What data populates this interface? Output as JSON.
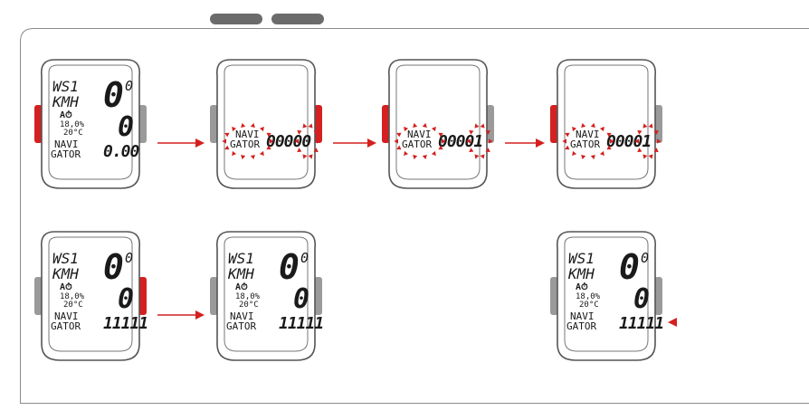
{
  "colors": {
    "accent": "#d42020",
    "bezel": "#555555",
    "lcd_text": "#1a1a1a",
    "side_button": "#9a9a9a"
  },
  "displays": [
    {
      "name": "step-1",
      "line1": "WS1",
      "line2": "KMH",
      "big": "0",
      "sup": "0",
      "mid": "0",
      "icons": "A⏱",
      "pct": "18,0%",
      "temp": "20°C",
      "nav1": "NAVI",
      "nav2": "GATOR",
      "value": "0.00",
      "active_button": "left",
      "blink_label": false,
      "blink_digit": false,
      "small_layout": true
    },
    {
      "name": "step-2",
      "nav1": "NAVI",
      "nav2": "GATOR",
      "value": "00000",
      "active_button": "right",
      "blink_label": true,
      "blink_digit": true,
      "small_layout": false
    },
    {
      "name": "step-3",
      "nav1": "NAVI",
      "nav2": "GATOR",
      "value": "00001",
      "active_button": "left",
      "blink_label": true,
      "blink_digit": true,
      "small_layout": false
    },
    {
      "name": "step-4",
      "nav1": "NAVI",
      "nav2": "GATOR",
      "value": "00001",
      "active_button": "left",
      "blink_label": true,
      "blink_digit": true,
      "small_layout": false
    },
    {
      "name": "step-5",
      "line1": "WS1",
      "line2": "KMH",
      "big": "0",
      "sup": "0",
      "mid": "0",
      "icons": "A⏱",
      "pct": "18,0%",
      "temp": "20°C",
      "nav1": "NAVI",
      "nav2": "GATOR",
      "value": "11111",
      "active_button": "right",
      "blink_label": false,
      "blink_digit": false,
      "small_layout": true
    },
    {
      "name": "step-6",
      "line1": "WS1",
      "line2": "KMH",
      "big": "0",
      "sup": "0",
      "mid": "0",
      "icons": "A⏱",
      "pct": "18,0%",
      "temp": "20°C",
      "nav1": "NAVI",
      "nav2": "GATOR",
      "value": "11111",
      "active_button": "none",
      "blink_label": false,
      "blink_digit": false,
      "small_layout": true
    },
    {
      "name": "step-7",
      "line1": "WS1",
      "line2": "KMH",
      "big": "0",
      "sup": "0",
      "mid": "0",
      "icons": "A⏱",
      "pct": "18,0%",
      "temp": "20°C",
      "nav1": "NAVI",
      "nav2": "GATOR",
      "value": "11111",
      "active_button": "none",
      "blink_label": false,
      "blink_digit": false,
      "small_layout": true
    }
  ],
  "arrows": [
    {
      "from": "step-1",
      "to": "step-2"
    },
    {
      "from": "step-2",
      "to": "step-3"
    },
    {
      "from": "step-3",
      "to": "step-4"
    },
    {
      "from": "step-5",
      "to": "step-6"
    }
  ]
}
